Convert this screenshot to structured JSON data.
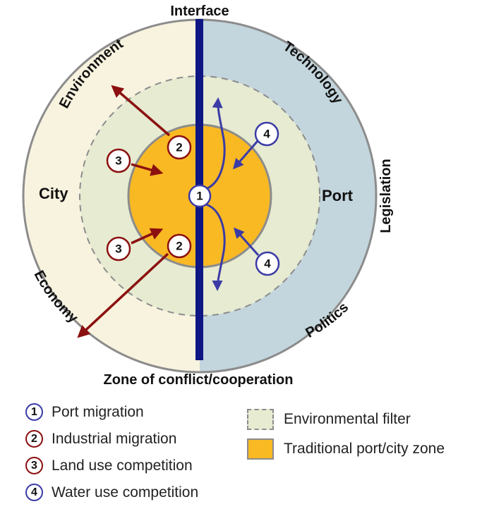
{
  "labels": {
    "top": "Interface",
    "bottom": "Zone of conflict/cooperation",
    "environment": "Environment",
    "economy": "Economy",
    "technology": "Technology",
    "legislation": "Legislation",
    "politics": "Politics",
    "city": "City",
    "port": "Port"
  },
  "markers": {
    "m1": "1",
    "m2a": "2",
    "m2b": "2",
    "m3a": "3",
    "m3b": "3",
    "m4a": "4",
    "m4b": "4"
  },
  "legend": {
    "items": [
      {
        "number": "1",
        "label": "Port migration"
      },
      {
        "number": "2",
        "label": "Industrial migration"
      },
      {
        "number": "3",
        "label": "Land use competition"
      },
      {
        "number": "4",
        "label": "Water use competition"
      }
    ],
    "zones": [
      {
        "label": "Environmental filter"
      },
      {
        "label": "Traditional port/city zone"
      }
    ]
  },
  "colors": {
    "city_outer": "#f8f3df",
    "port_outer": "#c3d5dd",
    "filter": "#e6ebd1",
    "core": "#f9b923",
    "ring_stroke": "#8c8c8c",
    "interface_line": "#0d1682",
    "red": "#8b1010",
    "blue": "#3b3ba6"
  }
}
